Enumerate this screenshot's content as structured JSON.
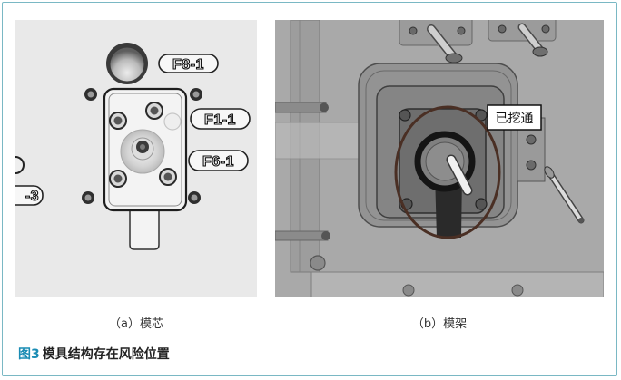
{
  "figure": {
    "number": "图3",
    "title": "模具结构存在风险位置",
    "accent_color": "#1a8cb4",
    "border_color": "#7ab8c4"
  },
  "panels": [
    {
      "caption": "（a）模芯",
      "labels": [
        "F8-1",
        "F1-1",
        "F6-1",
        "-3"
      ]
    },
    {
      "caption": "（b）模架",
      "annotation": "已挖通"
    }
  ]
}
